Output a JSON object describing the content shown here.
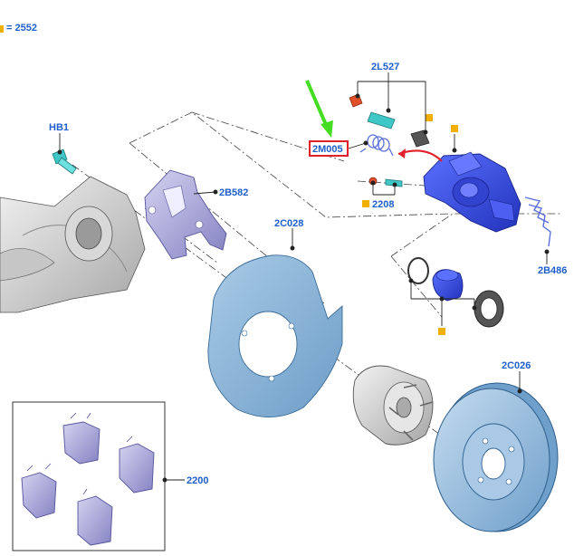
{
  "legend": {
    "text": "= 2552",
    "swatch_color": "#f0b000"
  },
  "labels": {
    "hb1": "HB1",
    "l2l527": "2L527",
    "l2m005": "2M005",
    "l2208": "2208",
    "l2b582": "2B582",
    "l2c028": "2C028",
    "l2b486": "2B486",
    "l2c026": "2C026",
    "l2200": "2200"
  },
  "colors": {
    "label_blue": "#1f5fc9",
    "marker_orange": "#f0b000",
    "highlight_red": "#e0202a",
    "arrow_green": "#44dd22",
    "caliper_blue": "#3a50e0",
    "disc_blue": "#8fb8dc",
    "pad_purple": "#9a98cc"
  },
  "icons": [
    "hub-bolt",
    "knuckle",
    "caliper-bracket",
    "dust-shield",
    "hub-bearing",
    "brake-disc",
    "caliper",
    "piston",
    "seal-ring",
    "brake-pad",
    "spring-clip",
    "bleeder-screw",
    "guide-pin-bolt"
  ]
}
